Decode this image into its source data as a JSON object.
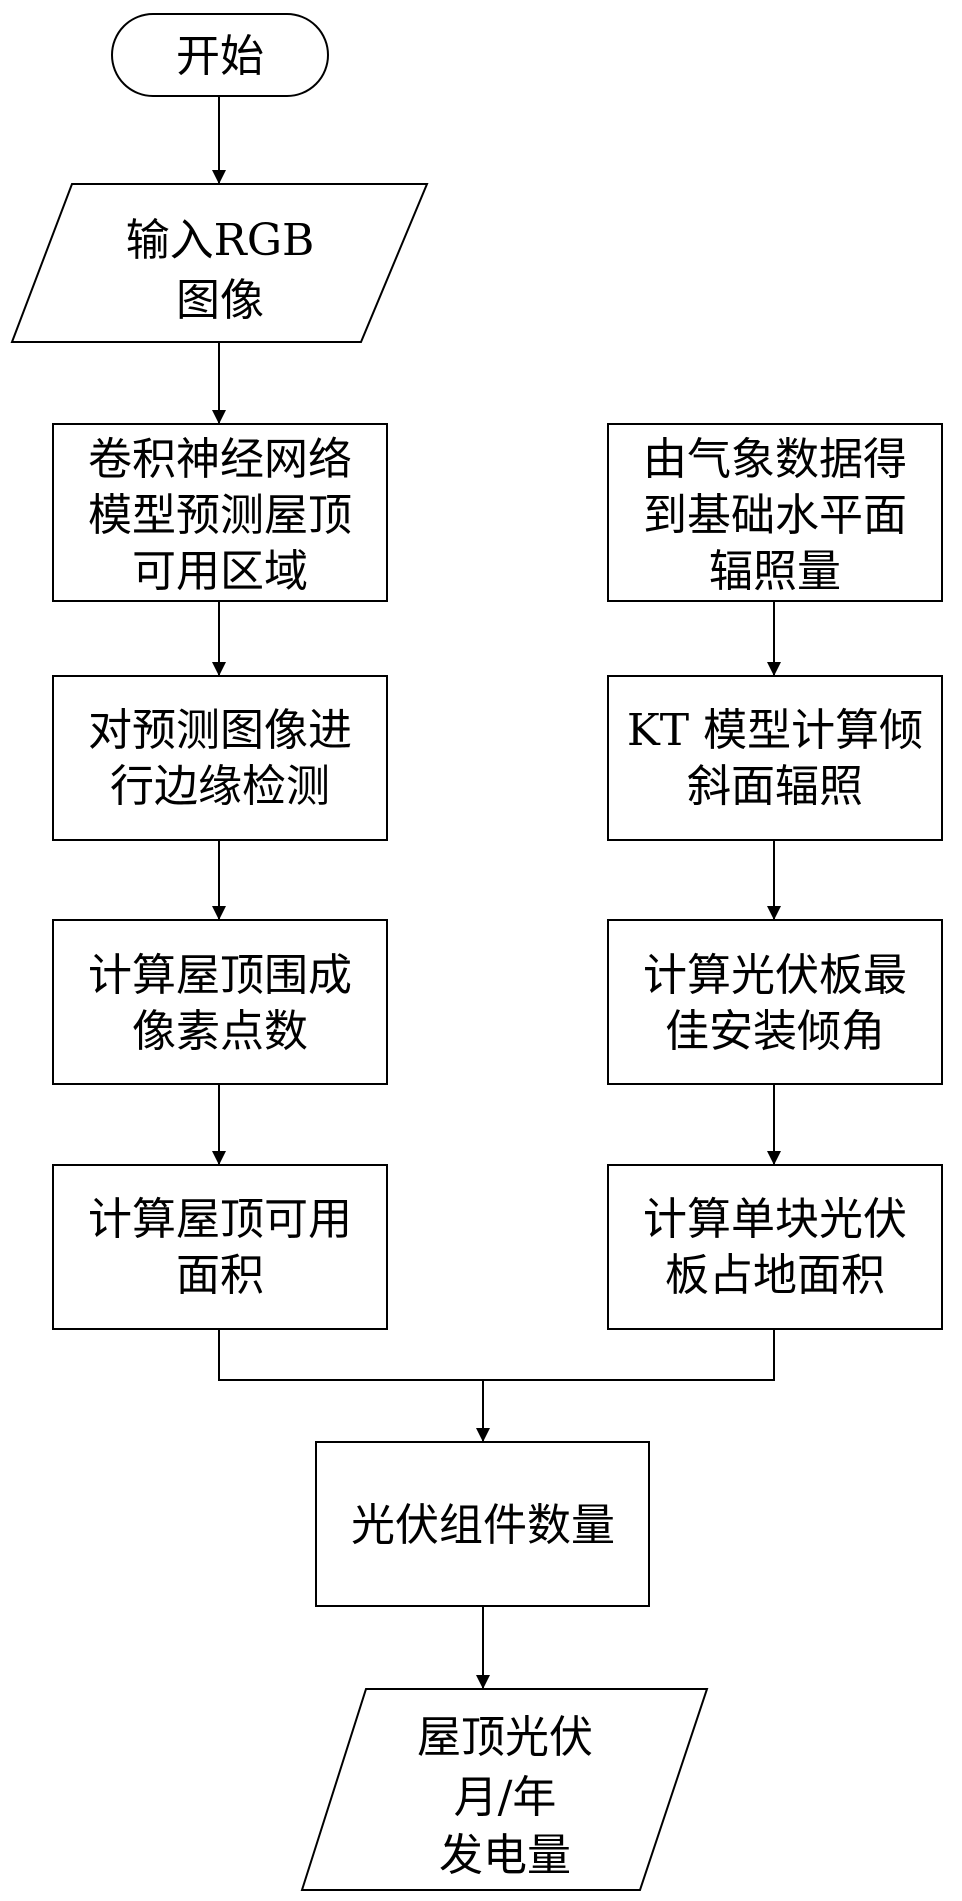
{
  "flowchart": {
    "start": "开始",
    "input_lines": [
      "输入RGB",
      "图像"
    ],
    "left_branch": {
      "step1": [
        "卷积神经网络",
        "模型预测屋顶",
        "可用区域"
      ],
      "step2": [
        "对预测图像进",
        "行边缘检测"
      ],
      "step3": [
        "计算屋顶围成",
        "像素点数"
      ],
      "step4": [
        "计算屋顶可用",
        "面积"
      ]
    },
    "right_branch": {
      "step1": [
        "由气象数据得",
        "到基础水平面",
        "辐照量"
      ],
      "step2": [
        "KT 模型计算倾",
        "斜面辐照"
      ],
      "step3": [
        "计算光伏板最",
        "佳安装倾角"
      ],
      "step4": [
        "计算单块光伏",
        "板占地面积"
      ]
    },
    "merge": "光伏组件数量",
    "output_lines": [
      "屋顶光伏",
      "月/年",
      "发电量"
    ]
  }
}
